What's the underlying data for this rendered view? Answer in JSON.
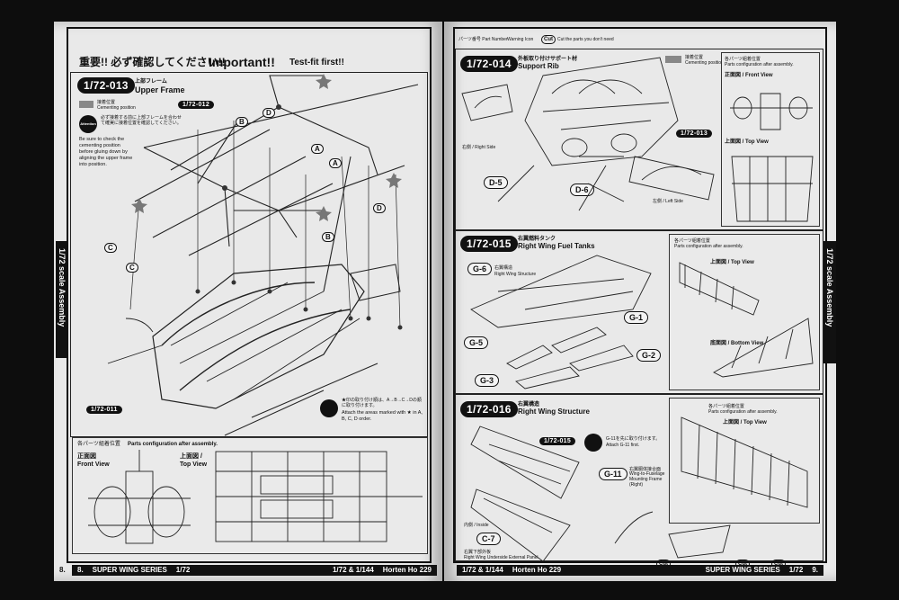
{
  "side_tab_label": "1/72 scale Assembly",
  "left_page": {
    "header_jp": "重要!! 必ず確認してください!!",
    "header_en": "Important!!",
    "header_sub": "Test-fit first!!",
    "step": {
      "number": "1/72-013",
      "title_jp": "上部フレーム",
      "title_en": "Upper Frame",
      "ref_label": "1/72-012",
      "ref_label_2": "1/72-011",
      "cement_jp": "接着位置",
      "cement_en": "Cementing position",
      "attention": "Attention",
      "note_jp": "必ず接着する前に上部フレームを合わせて確実に接着位置を確認してください。",
      "note_en": "Be sure to check the cementing position before gluing down by aligning the upper frame into position.",
      "star_note_jp": "★印の取り付け順は、A→B→C→Dの順に取り付けます。",
      "star_note_en": "Attach the areas marked with ★ in A, B, C, D order.",
      "callouts": [
        "A",
        "A",
        "B",
        "B",
        "C",
        "C",
        "D",
        "D"
      ]
    },
    "config": {
      "title_jp": "各パーツ組着位置",
      "title_en": "Parts configuration after assembly.",
      "front_jp": "正面図",
      "front_en": "Front View",
      "top_jp": "上面図 /",
      "top_en": "Top View"
    },
    "footer": {
      "page": "8.",
      "series": "SUPER WING SERIES",
      "scale": "1/72",
      "small": "1/72 & 1/144",
      "model": "Horten Ho 229"
    }
  },
  "right_page": {
    "legend": {
      "part_number": "パーツ番号 Part Number",
      "warning": "Warning Icon",
      "cut": "Cut",
      "cut_text": "Cut the parts you don't need"
    },
    "step14": {
      "number": "1/72-014",
      "title_jp": "外板取り付けサポート材",
      "title_en": "Support Rib",
      "cement_jp": "接着位置",
      "cement_en": "Cementing position",
      "right_side": "右側 / Right Side",
      "left_side": "左側 / Left Side",
      "ref": "1/72-013",
      "parts": [
        "D-5",
        "D-6"
      ],
      "config_jp": "各パーツ組着位置",
      "config_en": "Parts configuration after assembly.",
      "front": "正面図 / Front View",
      "top": "上面図 / Top View"
    },
    "step15": {
      "number": "1/72-015",
      "title_jp": "右翼燃料タンク",
      "title_en": "Right Wing Fuel Tanks",
      "structure_jp": "右翼構造",
      "structure_en": "Right Wing Structure",
      "parts": [
        "G-6",
        "G-1",
        "G-5",
        "G-2",
        "G-3"
      ],
      "config_jp": "各パーツ組着位置",
      "config_en": "Parts configuration after assembly.",
      "top": "上面図 / Top View",
      "bottom": "底面図 / Bottom View"
    },
    "step16": {
      "number": "1/72-016",
      "title_jp": "右翼構造",
      "title_en": "Right Wing Structure",
      "ref": "1/72-015",
      "attention_jp": "G-11を先に取り付けます。",
      "attention_en": "Attach G-11 first.",
      "g11_jp": "右翼胴体接合面",
      "g11_en": "Wing-to-Fuselage Mounting Frame (Right)",
      "inside": "内側 / Inside",
      "c7_jp": "右翼下部外板",
      "c7_en": "Right Wing Underside External Panel",
      "parts": [
        "G-11",
        "C-7"
      ],
      "config_jp": "各パーツ組着位置",
      "config_en": "Parts configuration after assembly.",
      "top": "上面図 / Top View",
      "cut": "Cut"
    },
    "footer": {
      "page": "9.",
      "series": "SUPER WING SERIES",
      "scale": "1/72",
      "small": "1/72 & 1/144",
      "model": "Horten Ho 229"
    }
  }
}
